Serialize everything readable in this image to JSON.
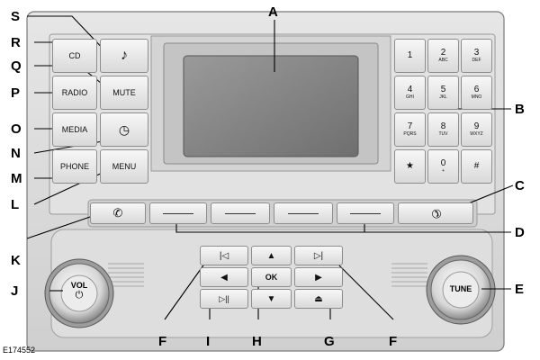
{
  "panel": {
    "buttons": {
      "cd": "CD",
      "mute": "MUTE",
      "radio": "RADIO",
      "media": "MEDIA",
      "phone": "PHONE",
      "menu": "MENU",
      "ok": "OK",
      "vol": "VOL",
      "tune": "TUNE"
    },
    "keypad": [
      {
        "digit": "1",
        "letters": ""
      },
      {
        "digit": "2",
        "letters": "ABC"
      },
      {
        "digit": "3",
        "letters": "DEF"
      },
      {
        "digit": "4",
        "letters": "GHI"
      },
      {
        "digit": "5",
        "letters": "JKL"
      },
      {
        "digit": "6",
        "letters": "MNO"
      },
      {
        "digit": "7",
        "letters": "PQRS"
      },
      {
        "digit": "8",
        "letters": "TUV"
      },
      {
        "digit": "9",
        "letters": "WXYZ"
      },
      {
        "digit": "★",
        "letters": ""
      },
      {
        "digit": "0",
        "letters": "+"
      },
      {
        "digit": "#",
        "letters": ""
      }
    ],
    "icons": {
      "music": "music-note-icon",
      "clock": "clock-icon",
      "phone_accept": "phone-accept-icon",
      "phone_end": "phone-end-icon",
      "seek_back": "skip-back-icon",
      "seek_forward": "skip-forward-icon",
      "play_pause": "play-pause-icon",
      "eject": "eject-icon",
      "arrows": "arrow-icon",
      "power": "power-icon"
    }
  },
  "callouts": {
    "A": "A",
    "B": "B",
    "C": "C",
    "D": "D",
    "E": "E",
    "F1": "F",
    "F2": "F",
    "G": "G",
    "H": "H",
    "I": "I",
    "J": "J",
    "K": "K",
    "L": "L",
    "M": "M",
    "N": "N",
    "O": "O",
    "P": "P",
    "Q": "Q",
    "R": "R",
    "S": "S"
  },
  "figure_id": "E174552"
}
